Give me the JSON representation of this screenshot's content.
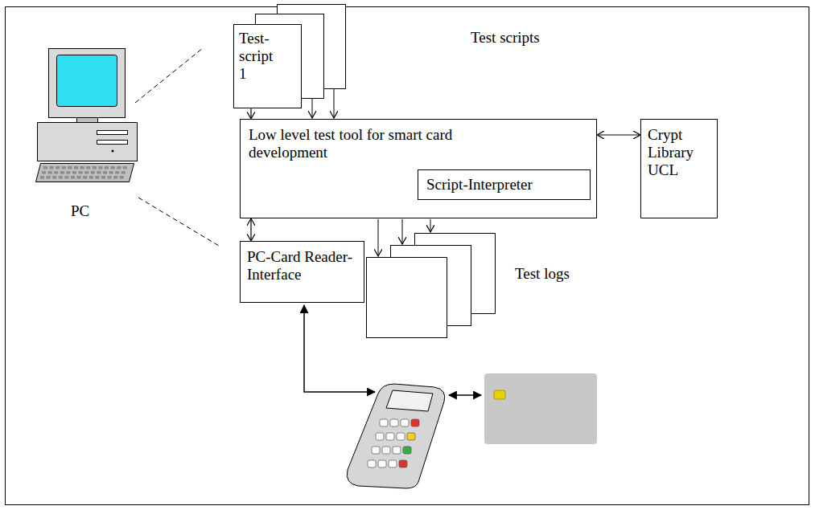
{
  "diagram": {
    "nodes": [
      {
        "text": [
          "Test-script 1"
        ]
      },
      {
        "text": [
          "Low level test tool for smart card development"
        ]
      },
      {
        "text": [
          "Script-Interpreter"
        ],
        "in": 1
      },
      {
        "text": [
          "Crypt Library UCL"
        ]
      },
      {
        "text": [
          "PC-Card Reader-Interface"
        ]
      }
    ],
    "edges": [
      {
        "from": 0,
        "to": 1,
        "arrow": "to"
      },
      {
        "from": 1,
        "to": 3,
        "arrow": "both"
      },
      {
        "from": 1,
        "to": 4,
        "arrow": "both"
      }
    ],
    "labels": [
      "Test scripts",
      "Test logs",
      "PC"
    ]
  }
}
